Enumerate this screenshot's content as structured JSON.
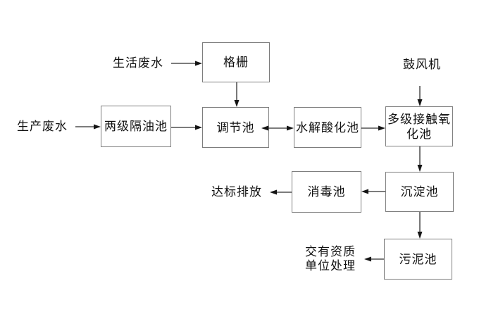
{
  "diagram": {
    "type": "flowchart",
    "subject": "wastewater treatment process",
    "colors": {
      "background": "#ffffff",
      "box_border": "#7d7d7d",
      "arrow": "#2f2f2f",
      "text": "#111111"
    },
    "nodes": [
      {
        "id": "gezha",
        "label": "格栅"
      },
      {
        "id": "geyou",
        "label": "两级隔油池"
      },
      {
        "id": "tiaojie",
        "label": "调节池"
      },
      {
        "id": "shuijie",
        "label": "水解酸化池"
      },
      {
        "id": "duoji",
        "label": "多级接触氧\n化池"
      },
      {
        "id": "chendian",
        "label": "沉淀池"
      },
      {
        "id": "xiaodu",
        "label": "消毒池"
      },
      {
        "id": "wuni",
        "label": "污泥池"
      }
    ],
    "labels": [
      {
        "id": "shenghuo",
        "text": "生活废水"
      },
      {
        "id": "shengchan",
        "text": "生产废水"
      },
      {
        "id": "gufeng",
        "text": "鼓风机"
      },
      {
        "id": "dabiao",
        "text": "达标排放"
      },
      {
        "id": "jiaoyou",
        "text": "交有资质\n单位处理"
      }
    ],
    "edges": [
      {
        "from": "生活废水",
        "to": "格栅",
        "direction": "right"
      },
      {
        "from": "格栅",
        "to": "调节池",
        "direction": "down"
      },
      {
        "from": "生产废水",
        "to": "两级隔油池",
        "direction": "right"
      },
      {
        "from": "两级隔油池",
        "to": "调节池",
        "direction": "right"
      },
      {
        "from": "调节池",
        "to": "水解酸化池",
        "direction": "right",
        "style": "double-headed"
      },
      {
        "from": "水解酸化池",
        "to": "多级接触氧化池",
        "direction": "right"
      },
      {
        "from": "鼓风机",
        "to": "多级接触氧化池",
        "direction": "down"
      },
      {
        "from": "多级接触氧化池",
        "to": "沉淀池",
        "direction": "down"
      },
      {
        "from": "沉淀池",
        "to": "消毒池",
        "direction": "left"
      },
      {
        "from": "消毒池",
        "to": "达标排放",
        "direction": "left"
      },
      {
        "from": "沉淀池",
        "to": "污泥池",
        "direction": "down"
      },
      {
        "from": "污泥池",
        "to": "交有资质单位处理",
        "direction": "left"
      }
    ]
  }
}
